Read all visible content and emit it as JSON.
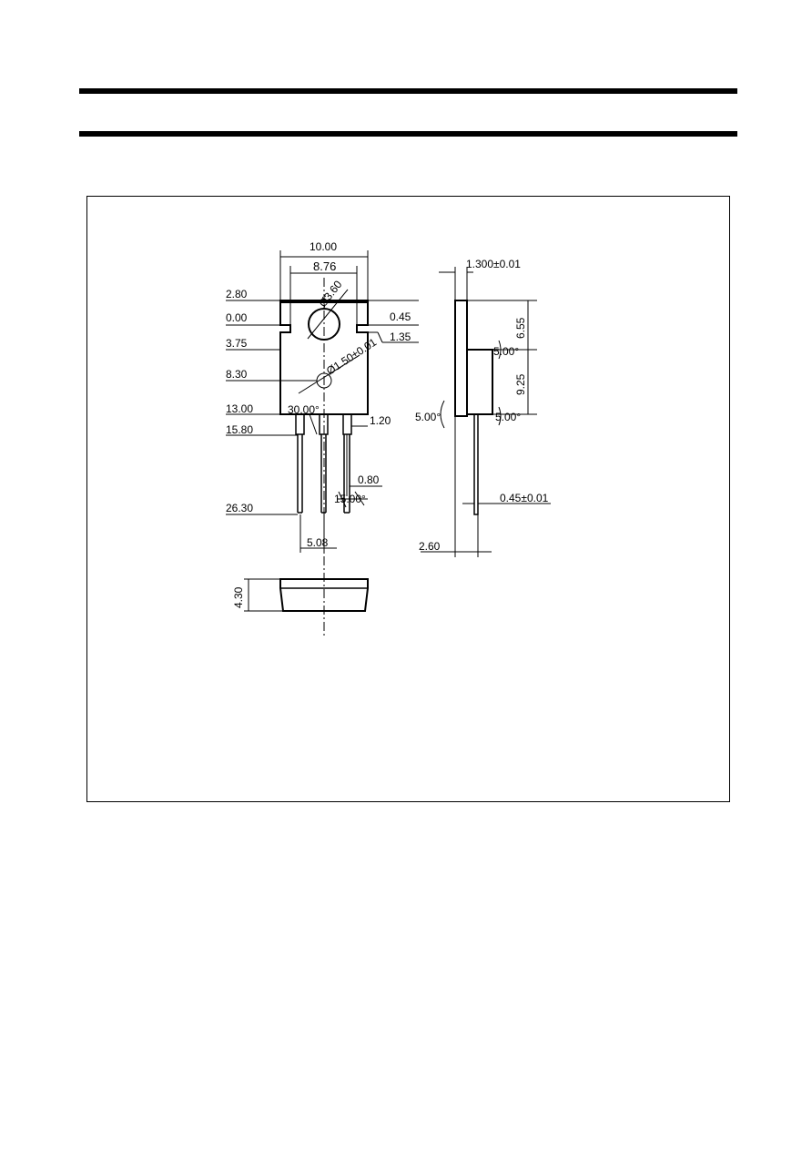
{
  "dimensions": {
    "d_10_00": "10.00",
    "d_8_76": "8.76",
    "d_2_80": "2.80",
    "d_0_00": "0.00",
    "d_3_75": "3.75",
    "d_8_30": "8.30",
    "d_13_00": "13.00",
    "d_15_80": "15.80",
    "d_26_30": "26.30",
    "d_0_45": "0.45",
    "d_1_35": "1.35",
    "d_1_20": "1.20",
    "d_0_80": "0.80",
    "d_5_08": "5.08",
    "d_4_30": "4.30",
    "d_dia_3_60": "Ø3.60",
    "d_dia_1_50": "Ø1.50±0.01",
    "a_30": "30.00°",
    "a_15": "15.00°",
    "s_1_300": "1.300±0.01",
    "s_6_55": "6.55",
    "s_9_25": "9.25",
    "s_5_00_a": "5.00°",
    "s_5_00_b": "5.00°",
    "s_5_00_c": "5.00°",
    "s_0_45": "0.45±0.01",
    "s_2_60": "2.60"
  }
}
